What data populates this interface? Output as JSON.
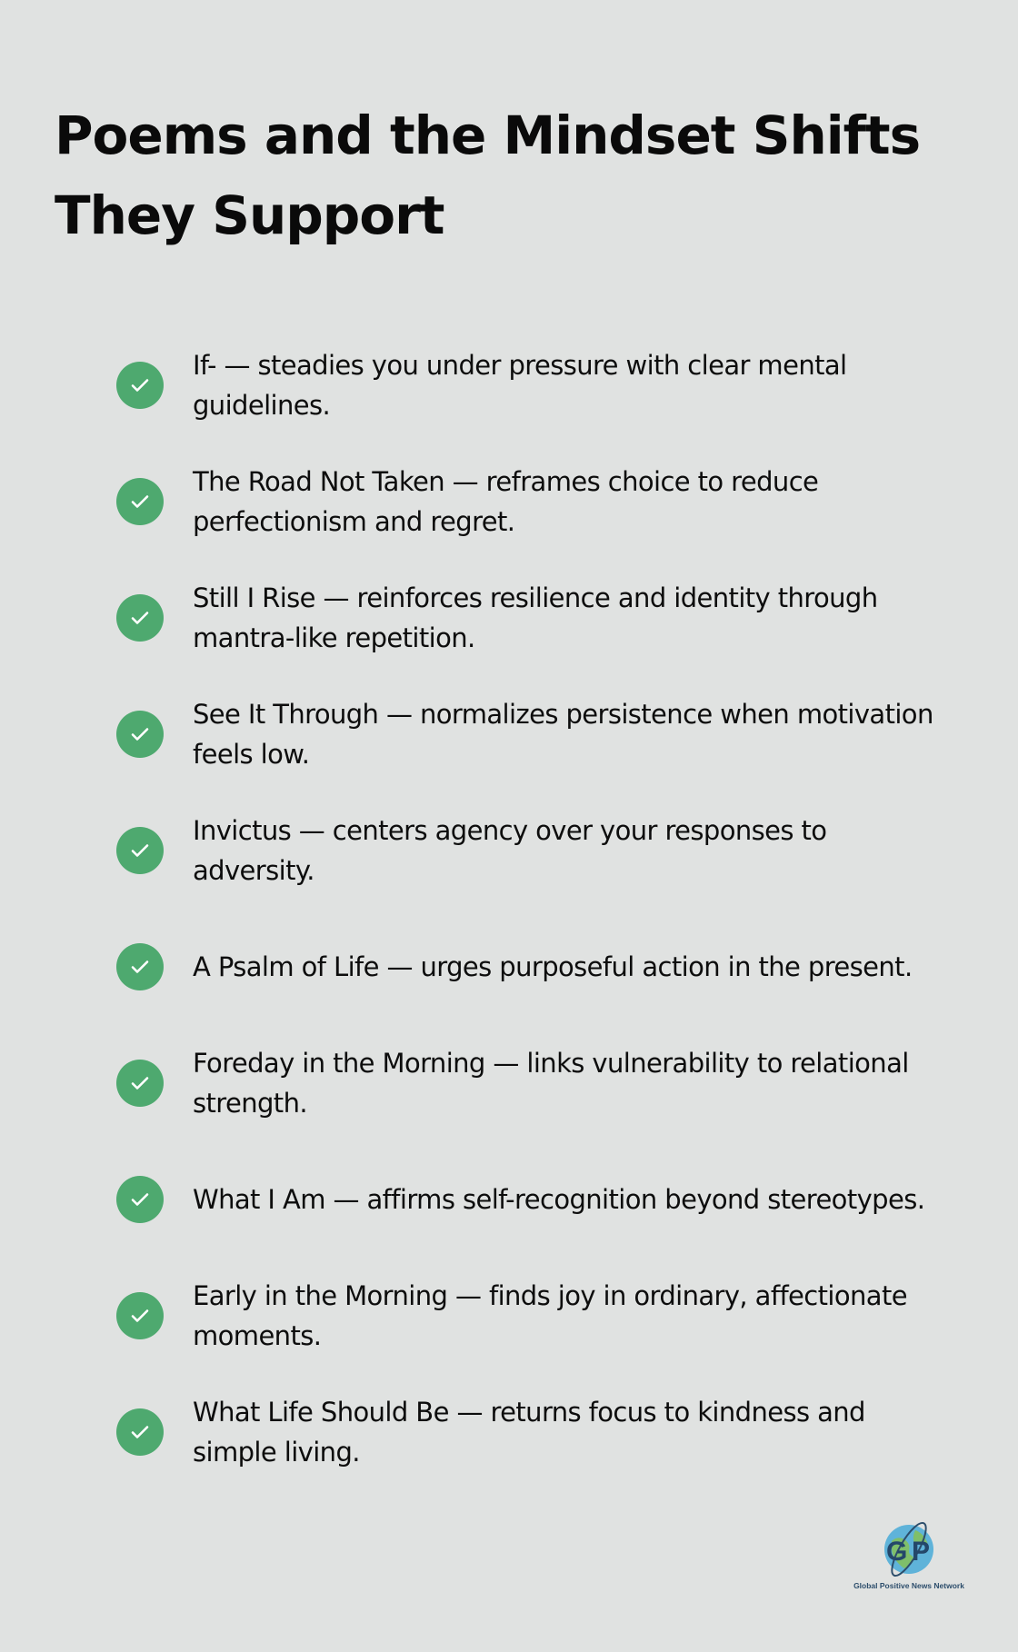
{
  "header": {
    "title": "Poems and the Mindset Shifts They Support"
  },
  "colors": {
    "background": "#e0e2e1",
    "check_circle": "#4ea96f",
    "text": "#0d0d0d"
  },
  "items": [
    {
      "icon": "check-circle-icon",
      "text": "If- — steadies you under pressure with clear mental guidelines."
    },
    {
      "icon": "check-circle-icon",
      "text": "The Road Not Taken — reframes choice to reduce perfectionism and regret."
    },
    {
      "icon": "check-circle-icon",
      "text": "Still I Rise — reinforces resilience and identity through mantra-like repetition."
    },
    {
      "icon": "check-circle-icon",
      "text": "See It Through — normalizes persistence when motivation feels low."
    },
    {
      "icon": "check-circle-icon",
      "text": "Invictus — centers agency over your responses to adversity."
    },
    {
      "icon": "check-circle-icon",
      "text": "A Psalm of Life — urges purposeful action in the present."
    },
    {
      "icon": "check-circle-icon",
      "text": "Foreday in the Morning — links vulnerability to relational strength."
    },
    {
      "icon": "check-circle-icon",
      "text": "What I Am — affirms self-recognition beyond stereotypes."
    },
    {
      "icon": "check-circle-icon",
      "text": "Early in the Morning — finds joy in ordinary, affectionate moments."
    },
    {
      "icon": "check-circle-icon",
      "text": "What Life Should Be — returns focus to kindness and simple living."
    }
  ],
  "logo": {
    "letters": "G P",
    "caption": "Global Positive News Network"
  }
}
